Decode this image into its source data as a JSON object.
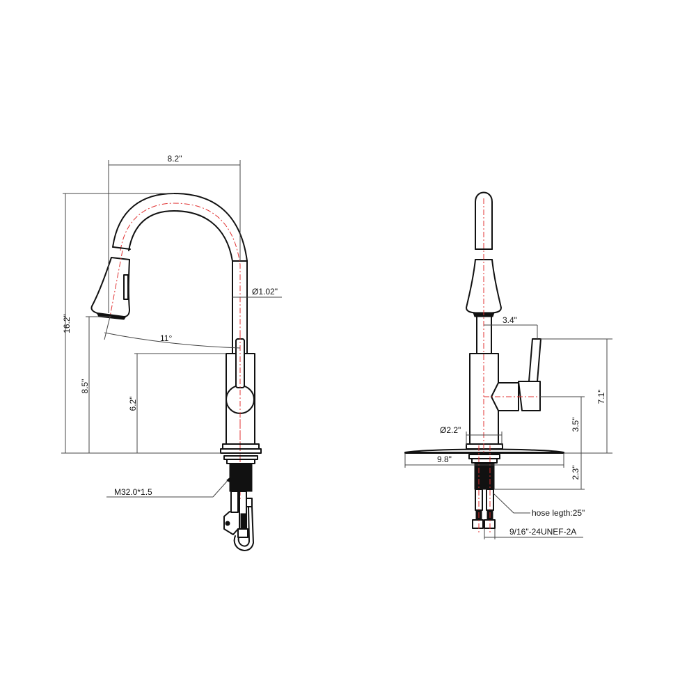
{
  "drawing": {
    "title": "Pull-down kitchen faucet dimension drawing",
    "colors": {
      "outline": "#111111",
      "dimension_line": "#444444",
      "centerline": "#e03030",
      "background": "#ffffff"
    },
    "front_view": {
      "width_label": "8.2\"",
      "total_height_label": "16.2\"",
      "spout_diameter_label": "Ø1.02\"",
      "spray_angle_label": "11°",
      "spout_clearance_label": "8.5\"",
      "body_height_label": "6.2\"",
      "mount_thread_label": "M32.0*1.5"
    },
    "side_view": {
      "handle_reach_label": "3.4\"",
      "handle_height_label": "7.1\"",
      "handle_axis_height_label": "3.5\"",
      "base_diameter_label": "Ø2.2\"",
      "deck_plate_width_label": "9.8\"",
      "shank_length_label": "2.3\"",
      "hose_length_label": "hose legth:25\"",
      "hose_thread_label": "9/16\"-24UNEF-2A"
    }
  }
}
